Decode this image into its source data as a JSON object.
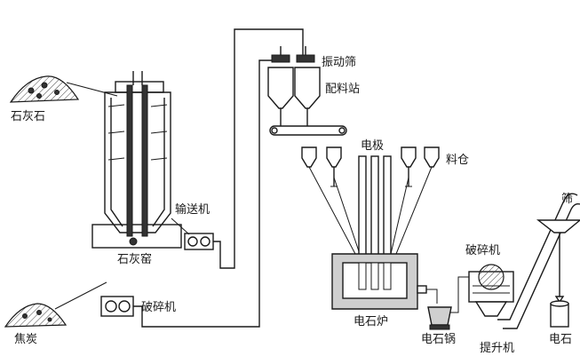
{
  "labels": {
    "limestone": "石灰石",
    "lime_kiln": "石灰窑",
    "conveyor": "输送机",
    "coke": "焦炭",
    "crusher_left": "破碎机",
    "vibrating_screen": "振动筛",
    "batching_station": "配料站",
    "electrode": "电极",
    "silo": "料仓",
    "carbide_furnace": "电石炉",
    "carbide_pot": "电石锅",
    "crusher_right": "破碎机",
    "elevator": "提升机",
    "screen_right": "筛",
    "carbide": "电石"
  }
}
